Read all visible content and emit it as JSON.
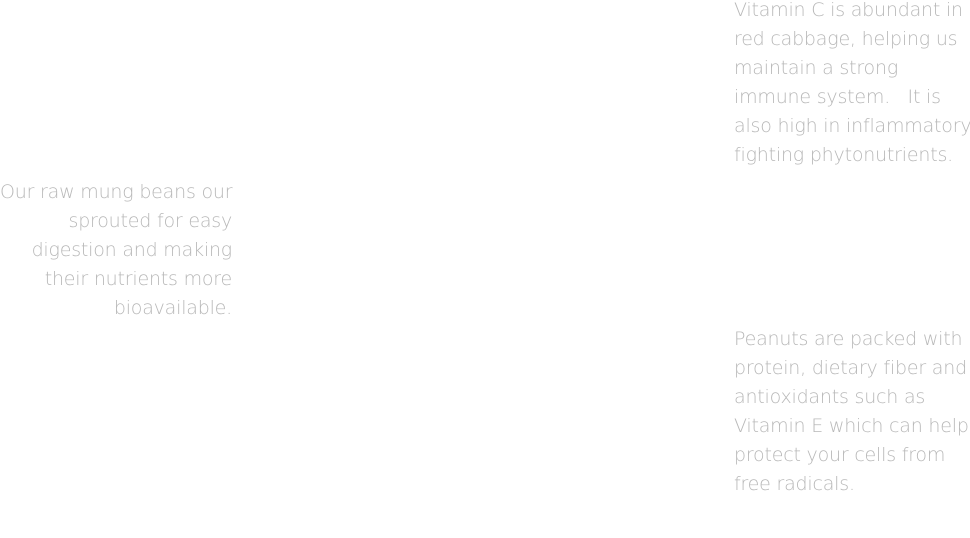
{
  "callouts": {
    "mung_beans": {
      "lines": [
        "Our raw mung beans our",
        "sprouted for easy",
        "digestion and making",
        "their nutrients more",
        "bioavailable."
      ]
    },
    "red_cabbage": {
      "lines": [
        "Vitamin C is abundant in",
        "red cabbage, helping us",
        "maintain a strong",
        "immune system.   It is",
        "also high in inflammatory",
        "fighting phytonutrients."
      ]
    },
    "peanuts": {
      "lines": [
        "Peanuts are packed with",
        "protein, dietary fiber and",
        "antioxidants such as",
        "Vitamin E which can help",
        "protect your cells from",
        "free radicals."
      ]
    }
  },
  "colors": {
    "text": "#b8b8b8",
    "background": "#ffffff"
  }
}
